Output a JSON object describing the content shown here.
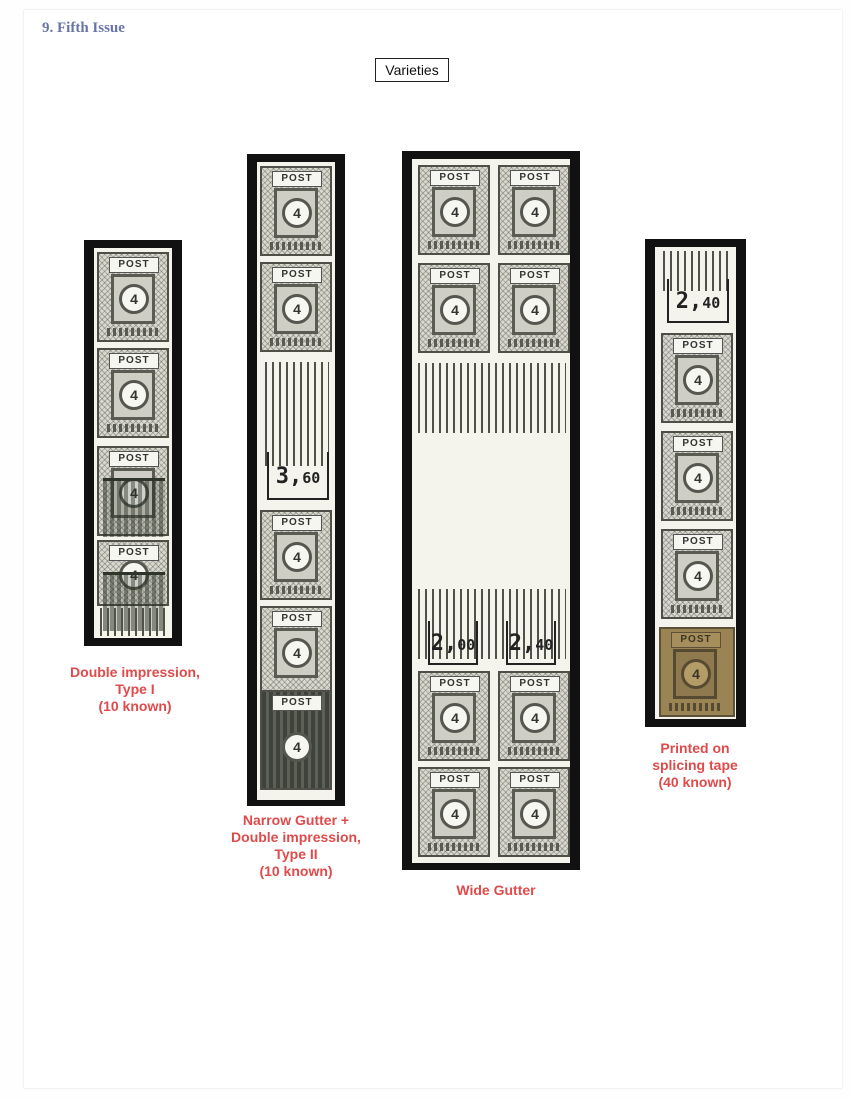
{
  "page": {
    "section_title": "9. Fifth Issue",
    "heading_box": "Varieties"
  },
  "stamp": {
    "post_text": "POST",
    "denomination": "4"
  },
  "strips": {
    "strip1": {
      "caption": [
        "Double impression,",
        "Type I",
        "(10 known)"
      ]
    },
    "strip2": {
      "gutter_value_main": "3,",
      "gutter_value_sub": "60",
      "caption": [
        "Narrow Gutter +",
        "Double impression,",
        "Type II",
        "(10 known)"
      ]
    },
    "strip3": {
      "gutter_left_main": "2,",
      "gutter_left_sub": "00",
      "gutter_right_main": "2,",
      "gutter_right_sub": "40",
      "caption": [
        "Wide Gutter"
      ]
    },
    "strip4": {
      "margin_value_main": "2,",
      "margin_value_sub": "40",
      "caption": [
        "Printed on",
        "splicing tape",
        "(40 known)"
      ]
    }
  }
}
